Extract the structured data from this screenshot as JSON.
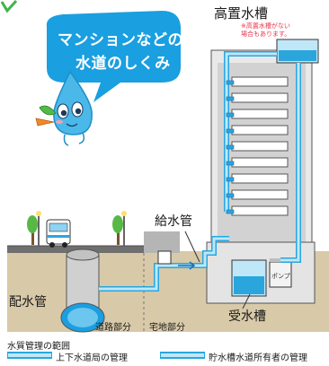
{
  "speech_bubble": {
    "line1": "マンションなどの",
    "line2": "水道のしくみ"
  },
  "labels": {
    "elevated_tank": "高置水槽",
    "elevated_tank_note_1": "※高置水槽がない",
    "elevated_tank_note_2": "場合もあります。",
    "supply_pipe": "給水管",
    "distribution_main": "配水管",
    "receiving_tank": "受水槽",
    "pump": "ポンプ",
    "road_section": "道路部分",
    "residential_section": "宅地部分"
  },
  "legend": {
    "title": "水質管理の範囲",
    "waterworks": "上下水道局の管理",
    "owner": "貯水槽水道所有者の管理"
  },
  "colors": {
    "sky_bubble": "#1a9fe0",
    "pipe_light": "#bfe7f8",
    "pipe_dark": "#2aa6dd",
    "water": "#2aa6dd",
    "ground": "#d8c9a8",
    "building": "#e9e9e9",
    "note_red": "#e8334a"
  }
}
